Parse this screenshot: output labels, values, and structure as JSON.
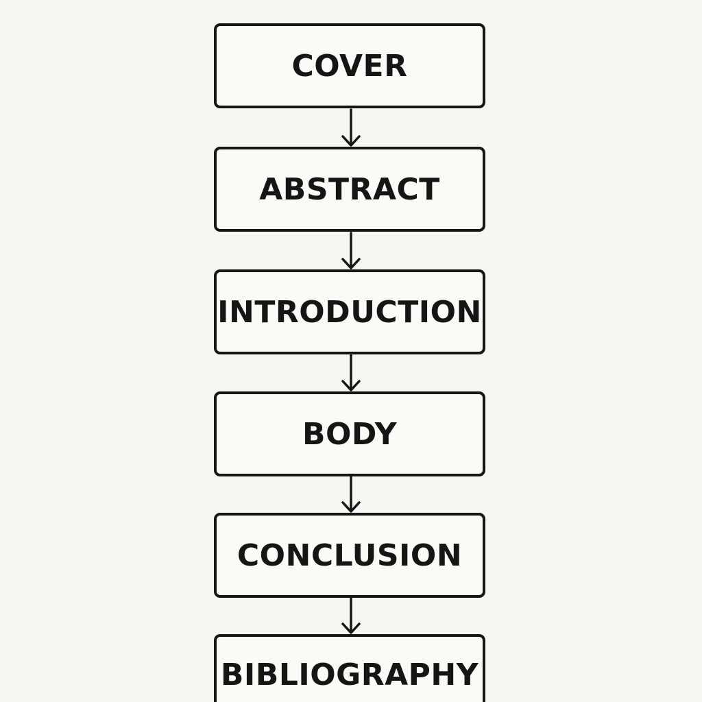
{
  "diagram": {
    "type": "vertical-flowchart",
    "nodes": [
      {
        "label": "COVER"
      },
      {
        "label": "ABSTRACT"
      },
      {
        "label": "INTRODUCTION"
      },
      {
        "label": "BODY"
      },
      {
        "label": "CONCLUSION"
      },
      {
        "label": "BIBLIOGRAPHY"
      }
    ],
    "edges": [
      {
        "from": "COVER",
        "to": "ABSTRACT"
      },
      {
        "from": "ABSTRACT",
        "to": "INTRODUCTION"
      },
      {
        "from": "INTRODUCTION",
        "to": "BODY"
      },
      {
        "from": "BODY",
        "to": "CONCLUSION"
      },
      {
        "from": "CONCLUSION",
        "to": "BIBLIOGRAPHY"
      }
    ],
    "colors": {
      "background": "#f7f6f2",
      "stroke": "#161616",
      "text": "#151515"
    }
  }
}
